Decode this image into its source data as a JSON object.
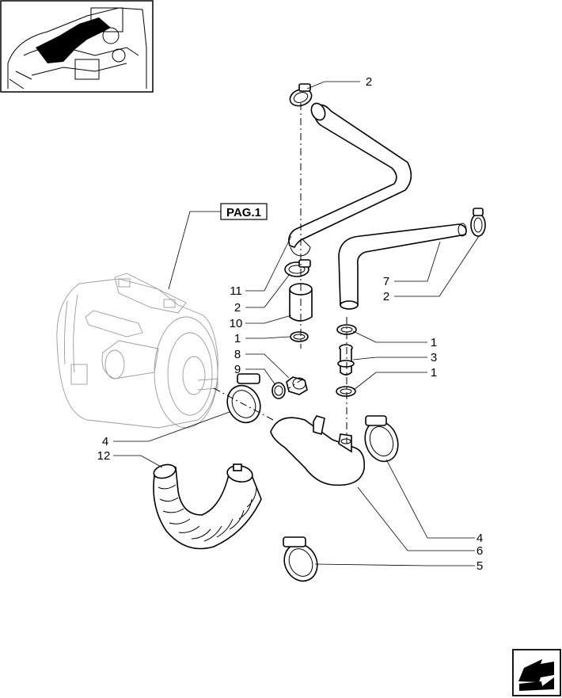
{
  "reference": {
    "label": "PAG.1"
  },
  "callouts": [
    {
      "id": "c2-top",
      "label": "2"
    },
    {
      "id": "c11",
      "label": "11"
    },
    {
      "id": "c2-mid",
      "label": "2"
    },
    {
      "id": "c10",
      "label": "10"
    },
    {
      "id": "c1-left",
      "label": "1"
    },
    {
      "id": "c8",
      "label": "8"
    },
    {
      "id": "c9",
      "label": "9"
    },
    {
      "id": "c4-left",
      "label": "4"
    },
    {
      "id": "c12",
      "label": "12"
    },
    {
      "id": "c7",
      "label": "7"
    },
    {
      "id": "c2-right",
      "label": "2"
    },
    {
      "id": "c1-right-a",
      "label": "1"
    },
    {
      "id": "c3",
      "label": "3"
    },
    {
      "id": "c1-right-b",
      "label": "1"
    },
    {
      "id": "c4-right",
      "label": "4"
    },
    {
      "id": "c6",
      "label": "6"
    },
    {
      "id": "c5",
      "label": "5"
    }
  ],
  "icons": {
    "thumbnail": "engine-location-thumbnail",
    "nav": "next-page-arrow-icon"
  }
}
